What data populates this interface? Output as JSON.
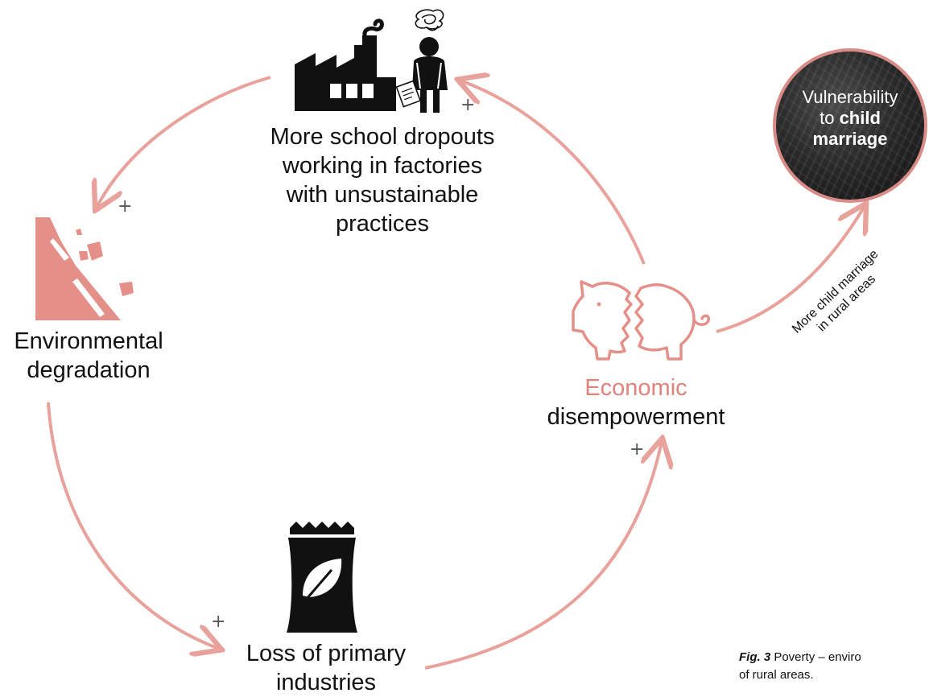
{
  "nodes": {
    "dropouts": "More school dropouts\nworking in factories\nwith unsustainable\npractices",
    "environment": "Environmental\ndegradation",
    "industries": "Loss of primary\nindustries",
    "economic_line1": "Economic",
    "economic_line2": "disempowerment"
  },
  "polarity": "+",
  "vulnerability": {
    "line1": "Vulnerability",
    "line2_prefix": "to ",
    "line2_bold": "child",
    "line3_bold": "marriage"
  },
  "edge_label": {
    "line1": "More child marriage",
    "line2": "in rural areas"
  },
  "caption": {
    "fig": "Fig. 3",
    "text": " Poverty – enviro",
    "line2": "of rural areas."
  },
  "colors": {
    "arrow": "#e8a19b",
    "accent_text": "#e0837b",
    "icon_pink": "#e49089",
    "icon_black": "#111111"
  },
  "icons": [
    "factory-icon",
    "student-with-backpack-icon",
    "landslide-icon",
    "broken-piggy-bank-icon",
    "leaf-bag-icon"
  ]
}
